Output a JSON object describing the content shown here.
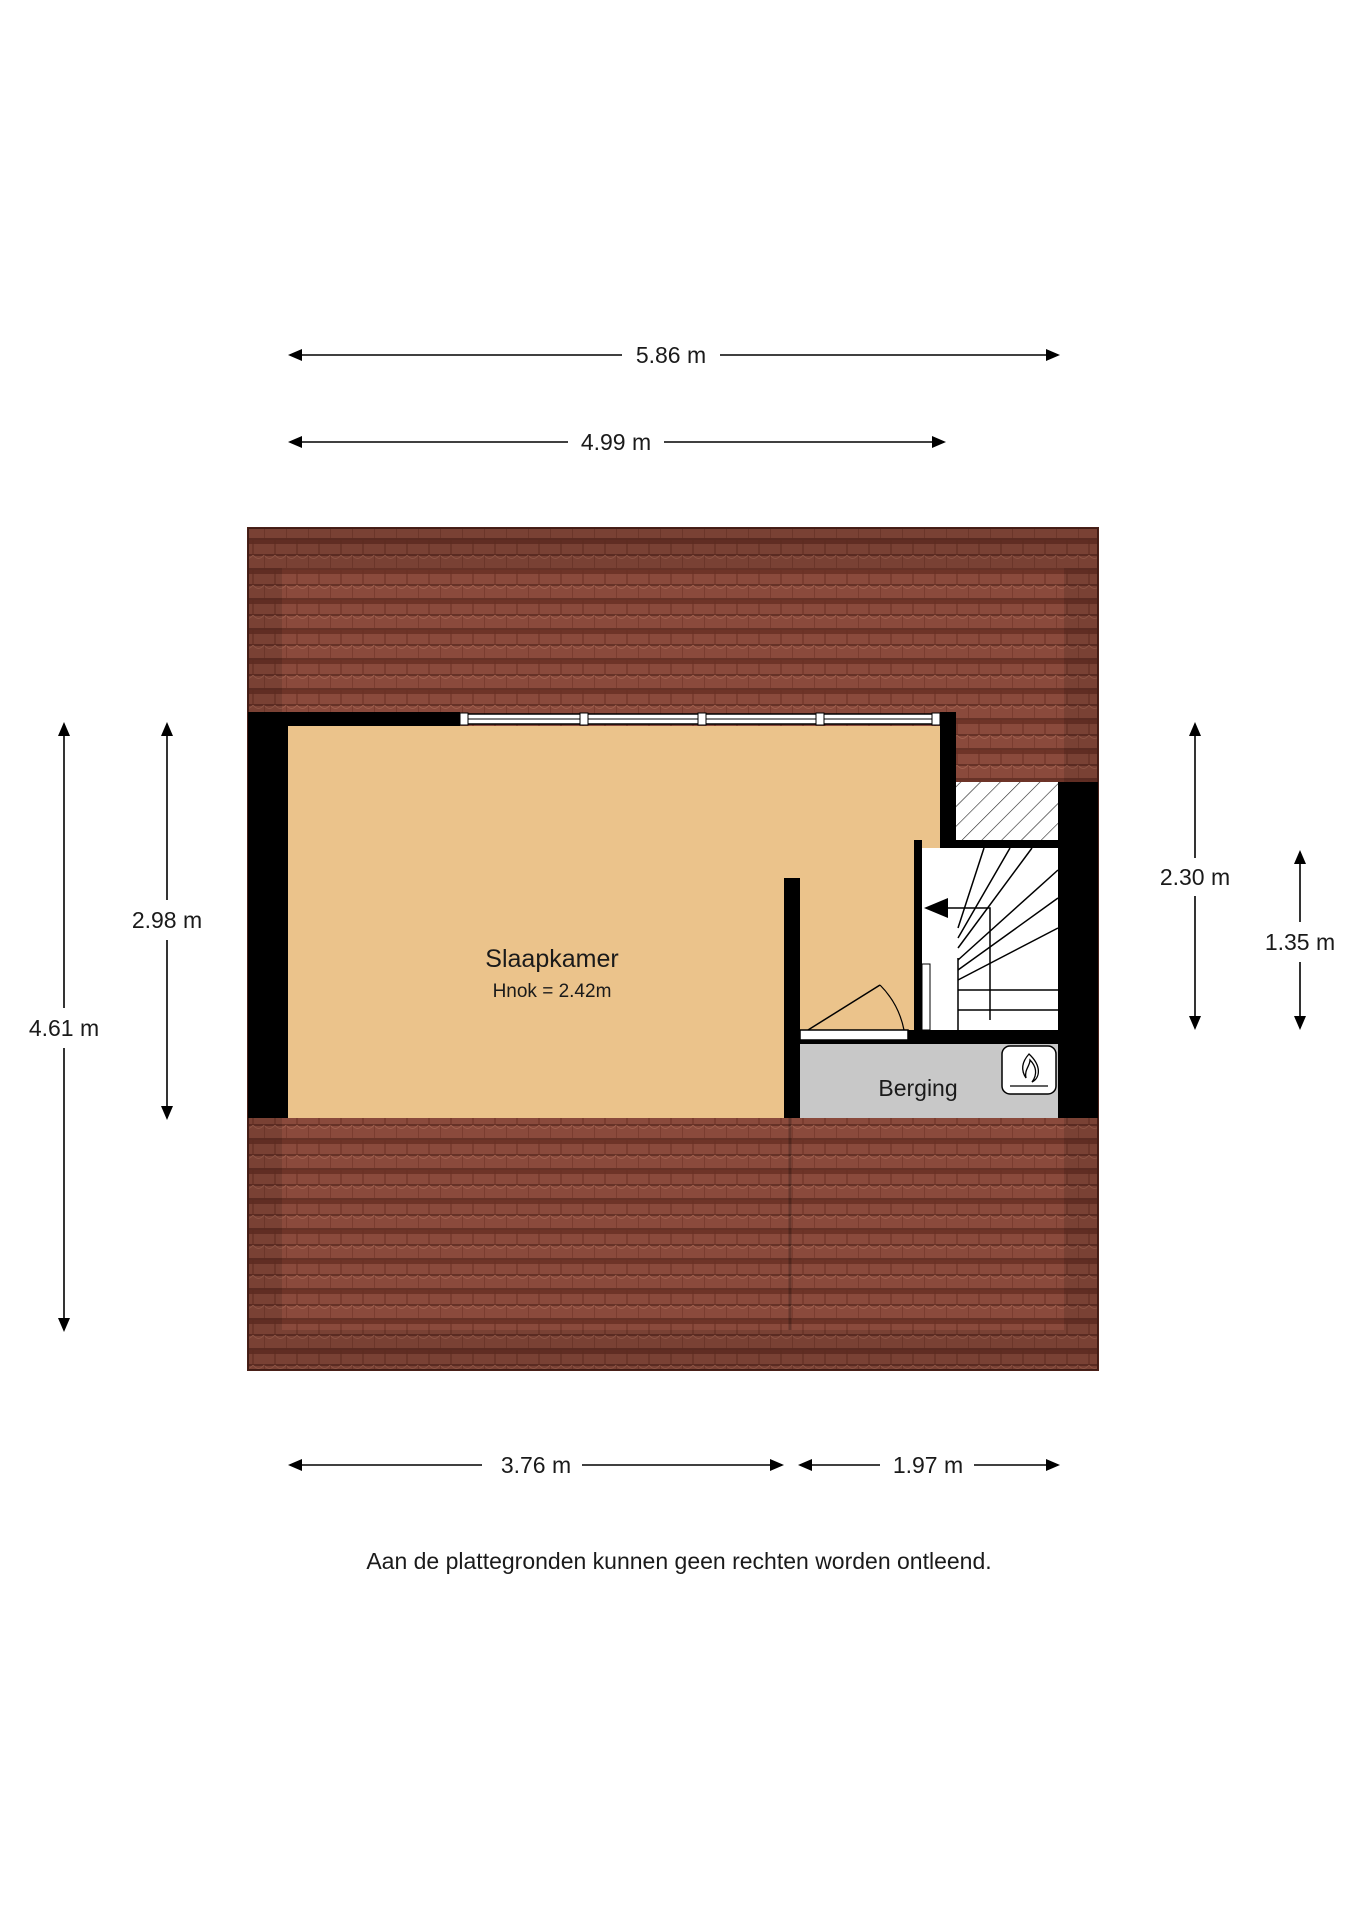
{
  "dimensions": {
    "top_total": "5.86 m",
    "top_inner": "4.99 m",
    "left_total": "4.61 m",
    "left_inner": "2.98 m",
    "right_outer": "2.30 m",
    "right_inner": "1.35 m",
    "bottom_left": "3.76 m",
    "bottom_right": "1.97 m"
  },
  "rooms": {
    "bedroom_name": "Slaapkamer",
    "bedroom_height": "Hnok = 2.42m",
    "storage_name": "Berging"
  },
  "disclaimer": "Aan de plattegronden kunnen geen rechten worden ontleend.",
  "colors": {
    "roof_tile": "#8a4a3c",
    "roof_line": "#5a2a20",
    "floor_bedroom": "#ebc38b",
    "floor_storage": "#c8c8c8",
    "wall": "#000000"
  },
  "icons": {
    "boiler": "boiler-icon",
    "stair_arrow": "stair-direction-arrow-icon"
  }
}
